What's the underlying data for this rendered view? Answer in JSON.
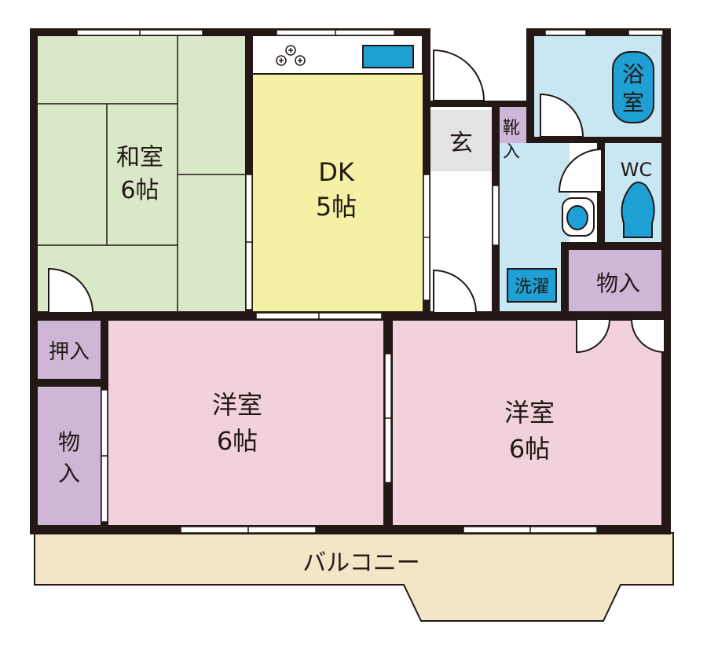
{
  "rooms": {
    "washitsu": {
      "name": "和室",
      "size": "6帖"
    },
    "dk": {
      "name": "DK",
      "size": "5帖"
    },
    "genkan": {
      "name": "玄"
    },
    "kutsuire": {
      "line1": "靴",
      "line2": "入"
    },
    "bath": {
      "line1": "浴",
      "line2": "室"
    },
    "wc": {
      "name": "WC"
    },
    "senmen": {
      "name": "洗濯"
    },
    "monoire_right": {
      "name": "物入"
    },
    "oshiire": {
      "name": "押入"
    },
    "monoire_left": {
      "line1": "物",
      "line2": "入"
    },
    "youshitsu_left": {
      "name": "洋室",
      "size": "6帖"
    },
    "youshitsu_right": {
      "name": "洋室",
      "size": "6帖"
    },
    "balcony": {
      "name": "バルコニー"
    }
  },
  "colors": {
    "washitsu": "#d9e8c7",
    "dk": "#f4f0a4",
    "youshitsu": "#f1d2dc",
    "storage": "#cdb6d6",
    "water": "#c9e7f2",
    "genkan": "#e3e3e3",
    "balcony": "#f2e6c6",
    "accent_blue": "#1ea0d5",
    "wall": "#231815"
  }
}
